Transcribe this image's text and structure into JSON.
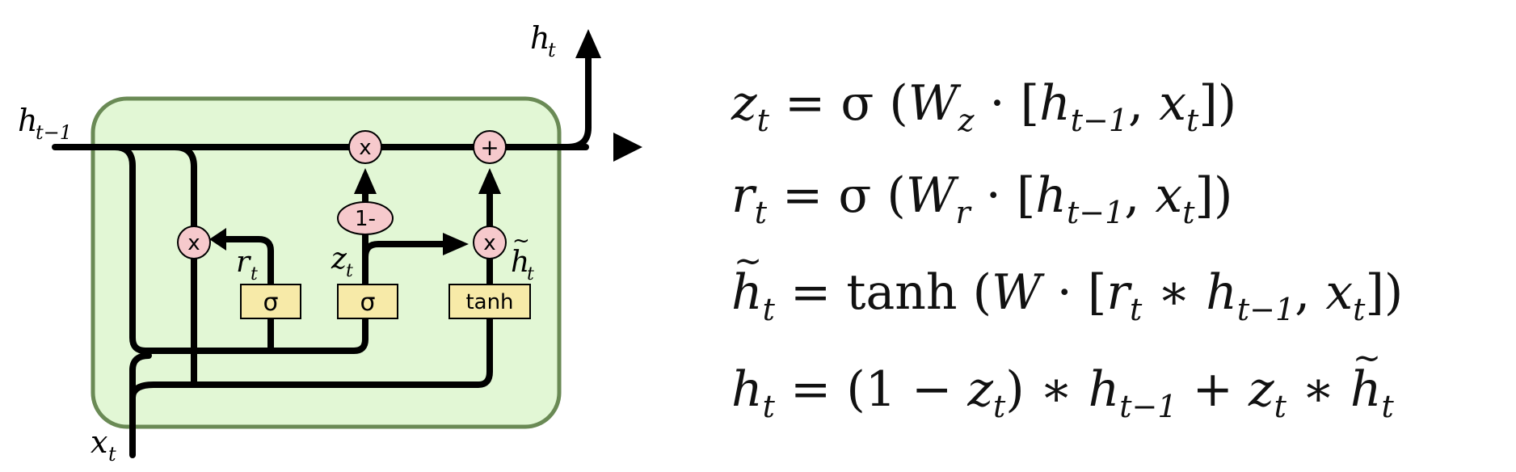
{
  "diagram": {
    "labels": {
      "h_prev": "h",
      "h_prev_sub": "t−1",
      "h_out": "h",
      "h_out_sub": "t",
      "x_in": "x",
      "x_in_sub": "t",
      "r_label": "r",
      "r_label_sub": "t",
      "z_label": "z",
      "z_label_sub": "t",
      "htilde_label": "h",
      "htilde_label_sub": "t"
    },
    "gates": {
      "sigma_r": "σ",
      "sigma_z": "σ",
      "tanh": "tanh"
    },
    "ops": {
      "mult_top": "x",
      "plus_top": "+",
      "mult_left": "x",
      "mult_right": "x",
      "one_minus": "1-"
    },
    "colors": {
      "cell_fill": "#e2f7d5",
      "cell_border": "#6a8a55",
      "gate_fill": "#f7eaa8",
      "op_fill": "#f6c9cc",
      "line": "#000000"
    }
  },
  "equations": {
    "eq1": {
      "lhs": "z",
      "lhs_sub": "t",
      "rhs_pre": " = σ (",
      "W": "W",
      "W_sub": "z",
      "rhs_mid": " · [",
      "h": "h",
      "h_sub": "t−1",
      "comma": ", ",
      "x": "x",
      "x_sub": "t",
      "close": "])"
    },
    "eq2": {
      "lhs": "r",
      "lhs_sub": "t",
      "rhs_pre": " = σ (",
      "W": "W",
      "W_sub": "r",
      "rhs_mid": " · [",
      "h": "h",
      "h_sub": "t−1",
      "comma": ", ",
      "x": "x",
      "x_sub": "t",
      "close": "])"
    },
    "eq3": {
      "lhs": "h",
      "lhs_sub": "t",
      "rhs_pre": " = tanh (",
      "W": "W",
      "rhs_mid": " · [",
      "r": "r",
      "r_sub": "t",
      "star": " ∗ ",
      "h": "h",
      "h_sub": "t−1",
      "comma": ", ",
      "x": "x",
      "x_sub": "t",
      "close": "])"
    },
    "eq4": {
      "lhs": "h",
      "lhs_sub": "t",
      "eq": " = (1 − ",
      "z": "z",
      "z_sub": "t",
      "mid": ") ∗ ",
      "h": "h",
      "h_sub": "t−1",
      "plus": " + ",
      "z2": "z",
      "z2_sub": "t",
      "star": " ∗ ",
      "ht": "h",
      "ht_sub": "t"
    }
  }
}
